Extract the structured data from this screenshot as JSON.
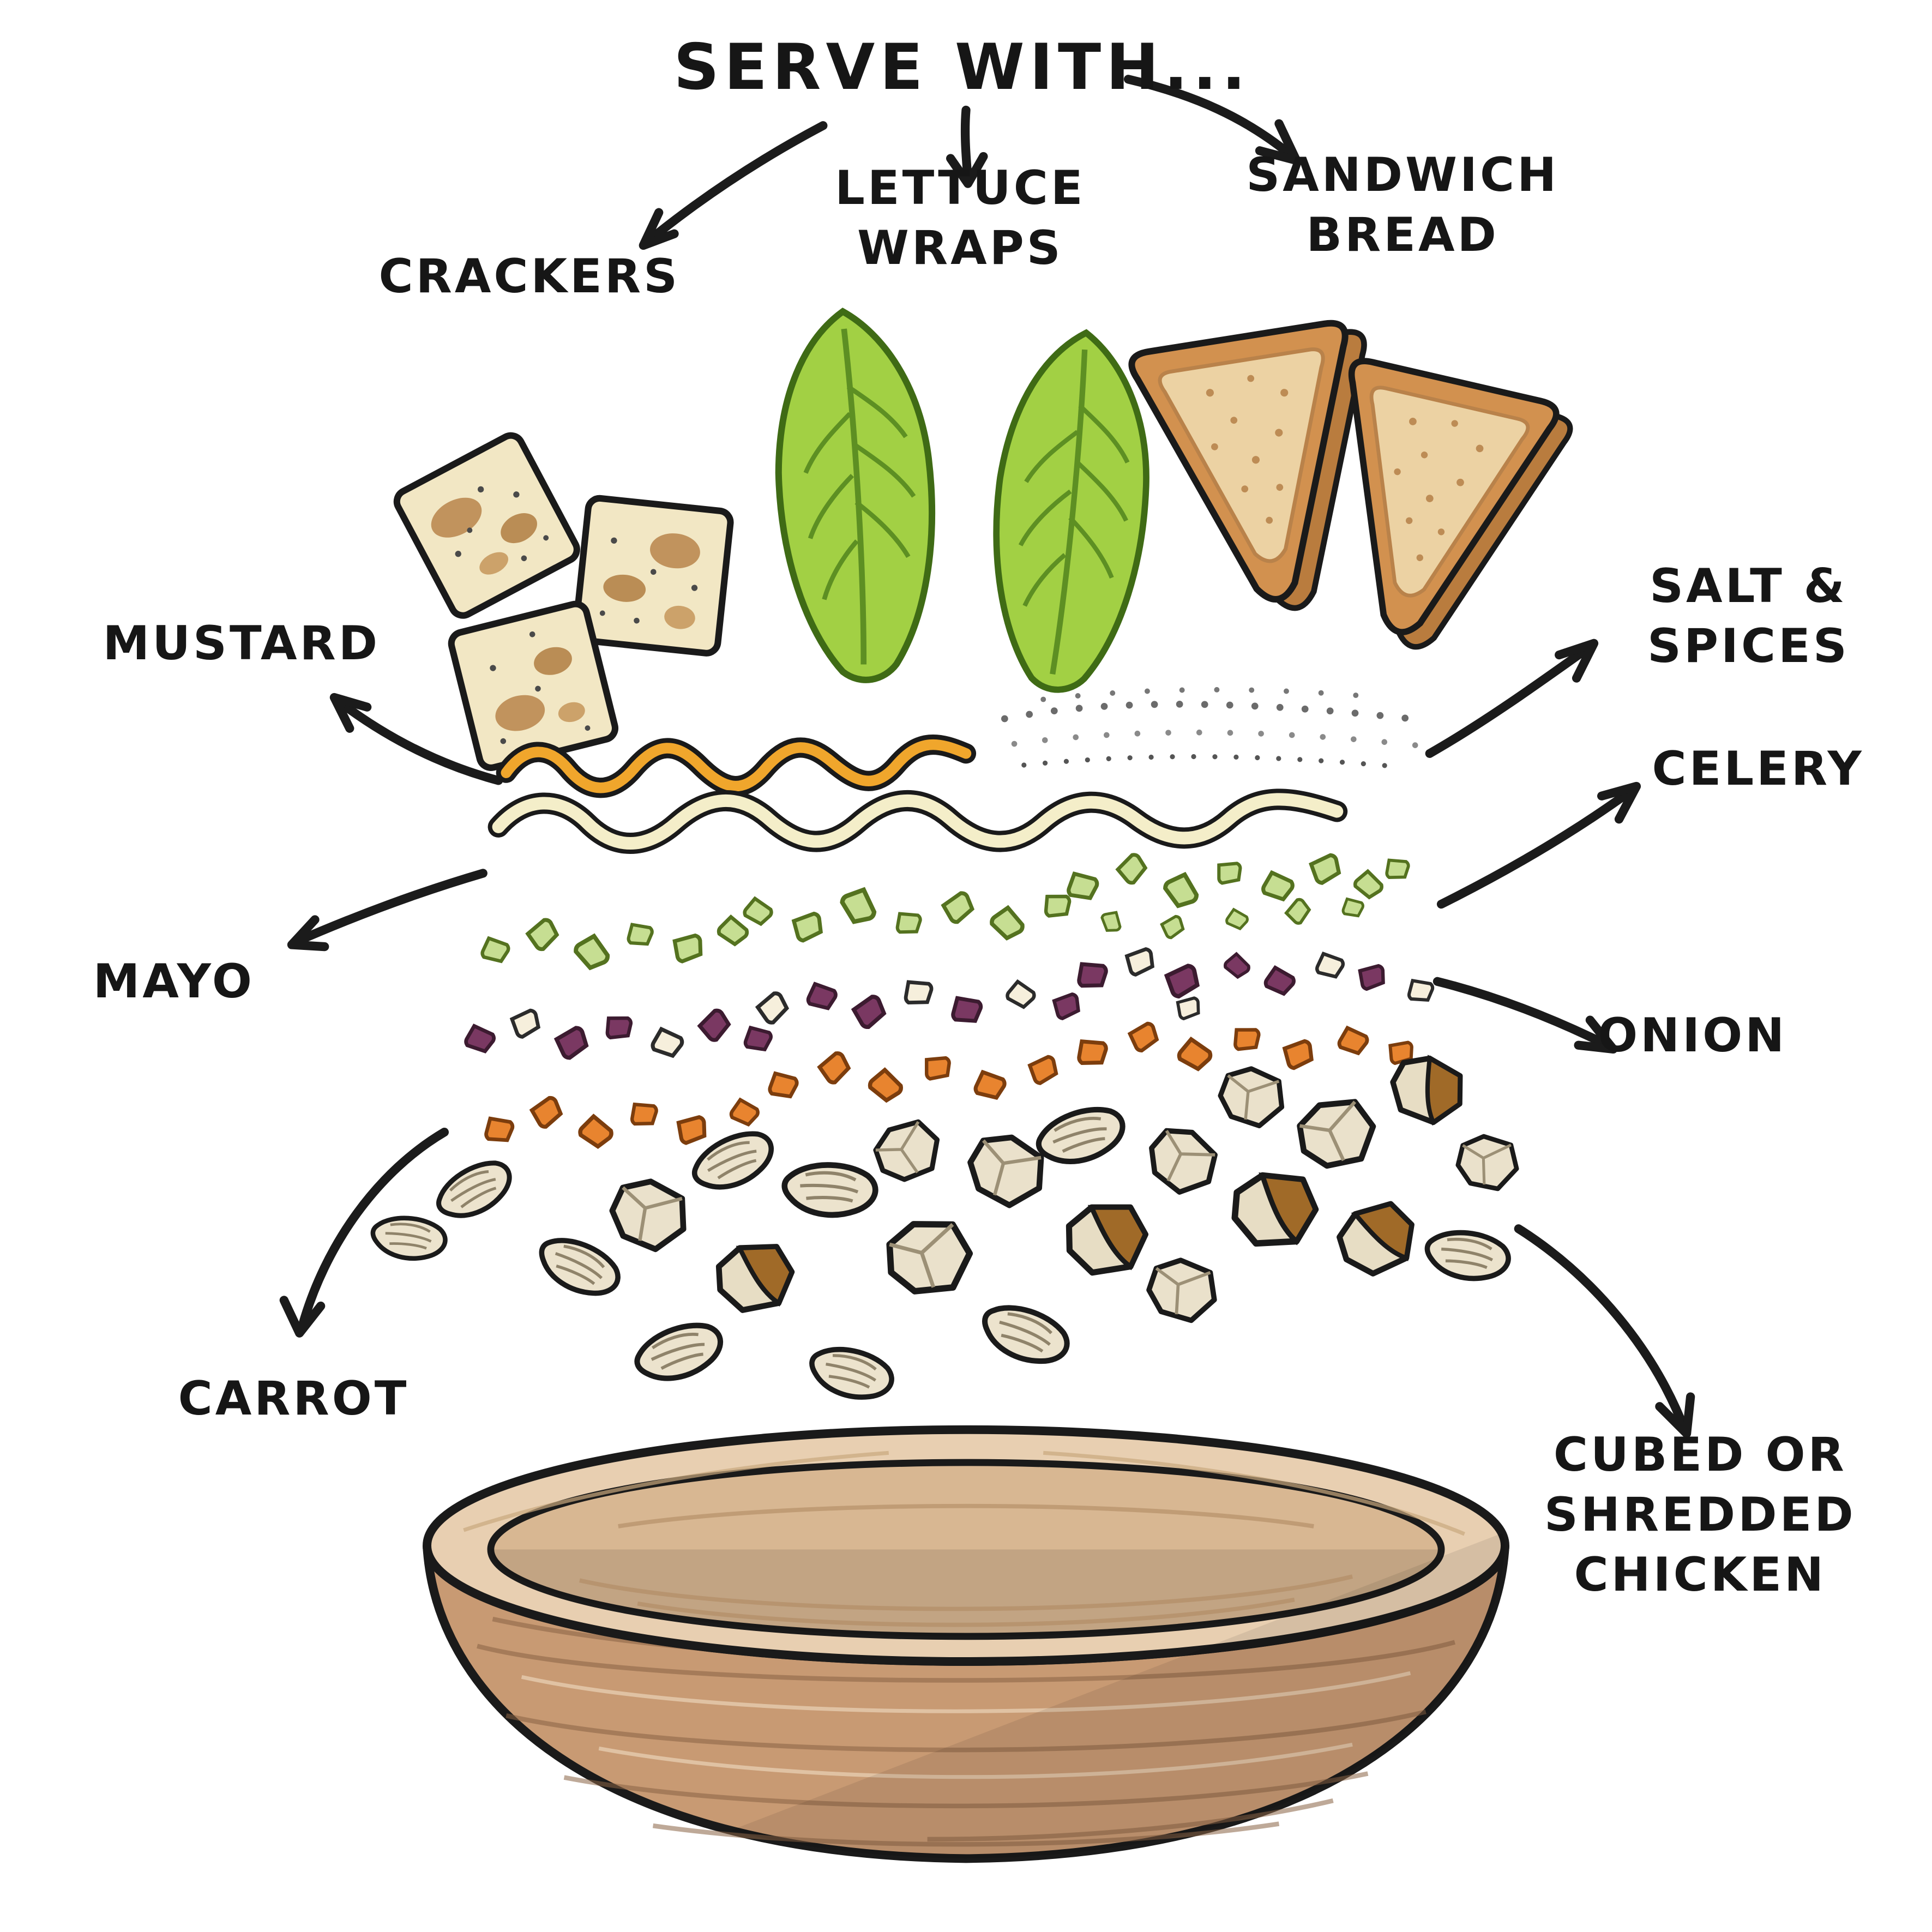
{
  "title": {
    "text": "SERVE WITH..."
  },
  "serve_options": {
    "crackers": "CRACKERS",
    "lettuce_wraps": "LETTUCE\nWRAPS",
    "sandwich_bread": "SANDWICH\nBREAD"
  },
  "ingredients": {
    "mustard": "MUSTARD",
    "salt_spices": "SALT & SPICES",
    "celery": "CELERY",
    "mayo": "MAYO",
    "onion": "ONION",
    "carrot": "CARROT",
    "chicken": "CUBED OR SHREDDED\nCHICKEN"
  },
  "illustrations": [
    "crackers",
    "lettuce-leaves",
    "sandwich-bread-slices",
    "mustard-squiggle",
    "salt-and-spice-dots",
    "mayo-squiggle",
    "celery-bits",
    "onion-bits",
    "carrot-bits",
    "chicken-pieces",
    "wooden-bowl",
    "hand-drawn-arrows"
  ],
  "colors": {
    "ink": "#1a1a1a",
    "lettuce_green": "#a2d044",
    "bread_crust": "#d2914f",
    "bread_crumb": "#ecd2a3",
    "cracker_cream": "#f2e7c4",
    "mustard_yellow": "#f0a62c",
    "mayo_cream": "#f4eec9",
    "celery_green": "#c6de92",
    "onion_purple": "#7a3862",
    "onion_white": "#f6efdc",
    "carrot_orange": "#e8842f",
    "chicken_beige": "#eae1cb",
    "chicken_brown": "#a06a28",
    "bowl_wood": "#c89a73",
    "bowl_rim": "#e8cfb1"
  }
}
